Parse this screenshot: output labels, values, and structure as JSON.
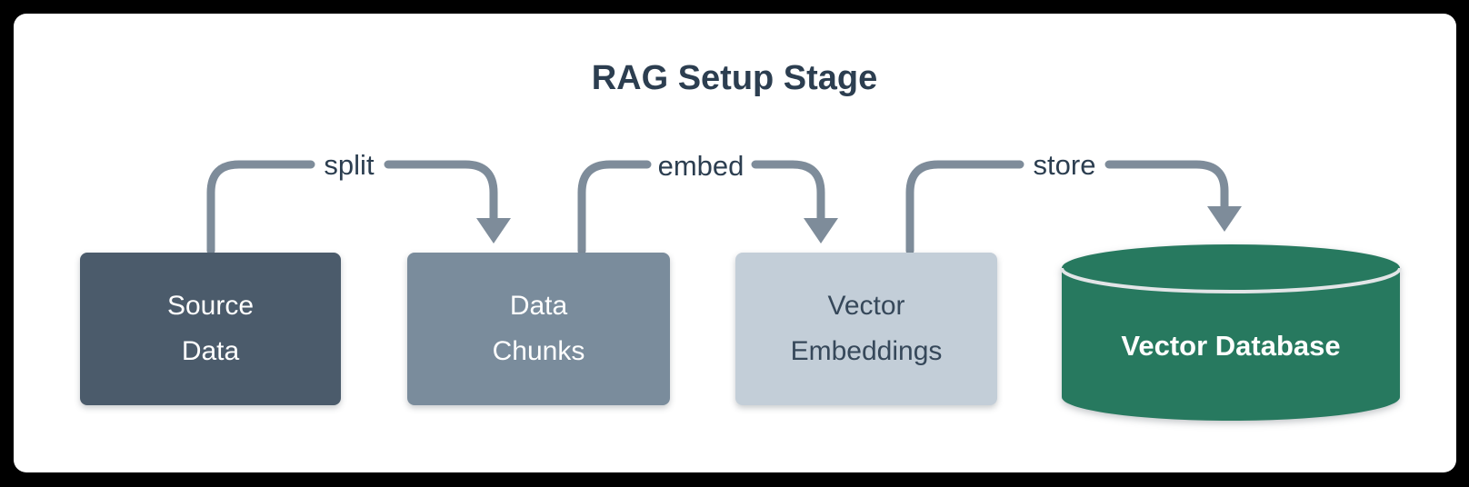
{
  "frame": {
    "background": "#000000",
    "canvas_background": "#ffffff"
  },
  "diagram": {
    "title": "RAG Setup Stage",
    "nodes": [
      {
        "id": "source-data",
        "label": "Source\nData",
        "shape": "box",
        "fill": "#4b5b6b",
        "text_color": "#ffffff"
      },
      {
        "id": "data-chunks",
        "label": "Data\nChunks",
        "shape": "box",
        "fill": "#7a8c9c",
        "text_color": "#ffffff"
      },
      {
        "id": "vector-embeddings",
        "label": "Vector\nEmbeddings",
        "shape": "box",
        "fill": "#c3ced8",
        "text_color": "#36485a"
      },
      {
        "id": "vector-database",
        "label": "Vector Database",
        "shape": "cylinder",
        "fill": "#27795f",
        "text_color": "#ffffff"
      }
    ],
    "edges": [
      {
        "from": "source-data",
        "to": "data-chunks",
        "label": "split"
      },
      {
        "from": "data-chunks",
        "to": "vector-embeddings",
        "label": "embed"
      },
      {
        "from": "vector-embeddings",
        "to": "vector-database",
        "label": "store"
      }
    ],
    "colors": {
      "arrow": "#7e8c9a",
      "edge_label": "#2c3e50",
      "title": "#2c3e50",
      "cylinder_rim": "#e2e5e7"
    }
  }
}
